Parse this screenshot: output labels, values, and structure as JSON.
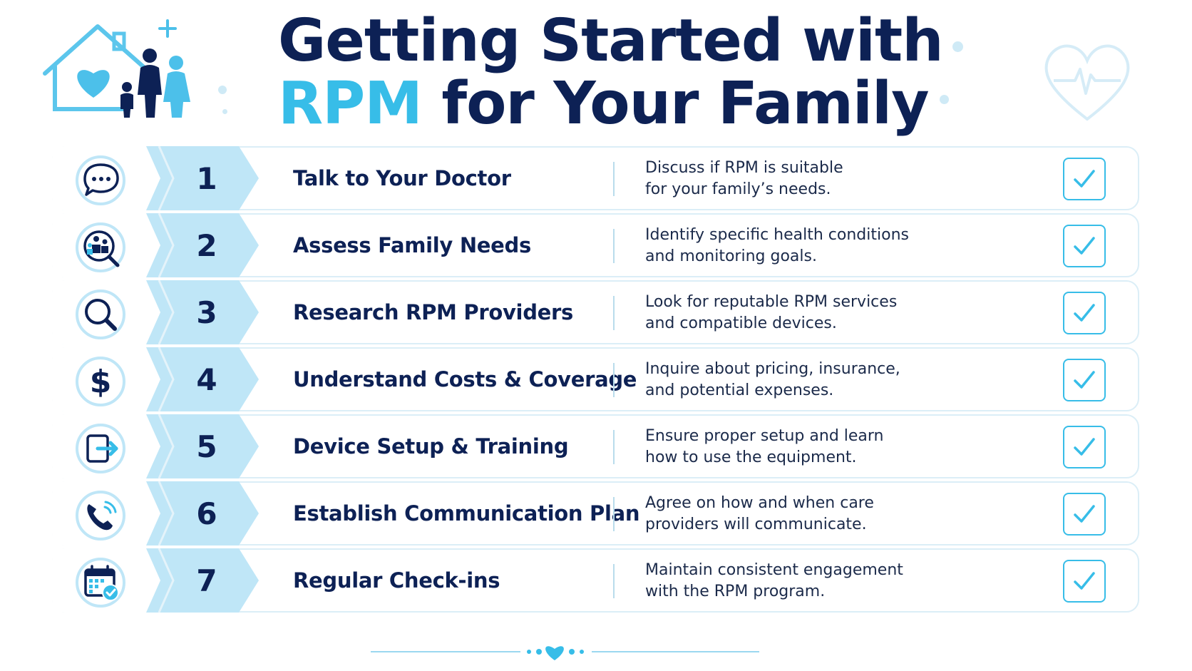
{
  "header": {
    "title_line1": "Getting Started with",
    "title_accent": "RPM",
    "title_rest": " for Your Family",
    "illustrations": [
      "family-home-icon",
      "heart-pulse-icon"
    ]
  },
  "colors": {
    "navy": "#0d2155",
    "accent": "#37bde8",
    "light_blue": "#bfe6f7",
    "border": "#dbeef7"
  },
  "steps": [
    {
      "number": "1",
      "title": "Talk to Your Doctor",
      "desc_line1": "Discuss if RPM is suitable",
      "desc_line2": "for your family’s needs.",
      "icon": "chat-bubble-icon"
    },
    {
      "number": "2",
      "title": "Assess Family Needs",
      "desc_line1": "Identify specific health conditions",
      "desc_line2": "and monitoring goals.",
      "icon": "family-search-icon"
    },
    {
      "number": "3",
      "title": "Research RPM Providers",
      "desc_line1": "Look for reputable RPM services",
      "desc_line2": "and compatible devices.",
      "icon": "magnifier-icon"
    },
    {
      "number": "4",
      "title": "Understand Costs & Coverage",
      "desc_line1": "Inquire about pricing, insurance,",
      "desc_line2": "and potential expenses.",
      "icon": "dollar-icon"
    },
    {
      "number": "5",
      "title": "Device Setup & Training",
      "desc_line1": "Ensure proper setup and learn",
      "desc_line2": "how to use the equipment.",
      "icon": "tablet-arrow-icon"
    },
    {
      "number": "6",
      "title": "Establish Communication Plan",
      "desc_line1": "Agree on how and when care",
      "desc_line2": "providers will communicate.",
      "icon": "phone-call-icon"
    },
    {
      "number": "7",
      "title": "Regular Check-ins",
      "desc_line1": "Maintain consistent engagement",
      "desc_line2": "with the RPM program.",
      "icon": "calendar-check-icon"
    }
  ]
}
